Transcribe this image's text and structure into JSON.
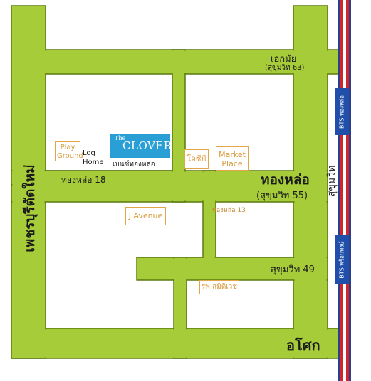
{
  "colors": {
    "road_fill": "#a6cc3a",
    "road_edge": "#5a7a0e",
    "poi_border": "#e2a64a",
    "poi_text": "#d99a3a",
    "clover_bg": "#2a9fd6",
    "bts_line_red": "#d0252a",
    "bts_line_blue": "#2b3f8f",
    "bts_station": "#1f4fa8"
  },
  "roads": {
    "ekkamai": "เอกมัย",
    "ekkamai_sub": "(สุขุมวิท 63)",
    "thonglor": "ทองหล่อ",
    "thonglor_sub": "(สุขุมวิท 55)",
    "thonglor18": "ทองหล่อ 18",
    "thonglor13": "ทองหล่อ 13",
    "sukhumvit49": "สุขุมวิท 49",
    "petchaburi": "เพชรบุรีตัดใหม่",
    "sukhumvit": "สุขุมวิท",
    "asoke": "อโศก"
  },
  "stations": {
    "thonglor": "BTS ทองหล่อ",
    "phromphong": "BTS พร้อมพงษ์"
  },
  "pois": {
    "playground": "Play Ground",
    "loghome": "Log Home",
    "clover_the": "The",
    "clover_name": "CLOVER",
    "clover_caption": "เบนซ์ทองหล่อ",
    "ocb": "โอซีบี",
    "marketplace": "Market Place",
    "javenue": "J Avenue",
    "hospital": "รพ.สมิติเวช"
  }
}
